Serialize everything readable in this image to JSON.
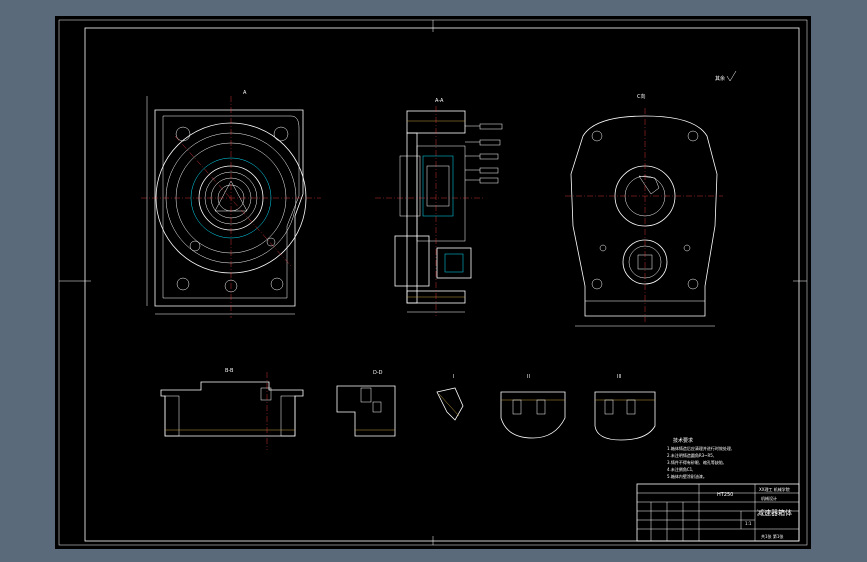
{
  "drawing": {
    "background": "#000000",
    "line_color": "#ffffff",
    "accent_color": "#00e5ff"
  },
  "views": {
    "top_view_label": "A",
    "side_view_label": "A-A",
    "right_view_label": "C向",
    "section_bb": "B-B",
    "section_dd": "D-D",
    "detail_1": "I",
    "detail_2": "II",
    "detail_3": "III"
  },
  "roughness_note": "其余",
  "tech_requirements": {
    "title": "技术要求",
    "lines": [
      "1.箱体铸造后应清理并进行时效处理,",
      "2.未注明铸造圆角R3~R5,",
      "3.铸件不得有砂眼、缩孔等缺陷,",
      "4.未注倒角C1,",
      "5.箱体内壁涂耐油漆。"
    ]
  },
  "title_block": {
    "school": "XX理工 机械学院",
    "class": "机械设计",
    "material": "HT250",
    "part_name": "减速器箱体",
    "sheet": "共1张 第1张",
    "scale": "1:1"
  }
}
